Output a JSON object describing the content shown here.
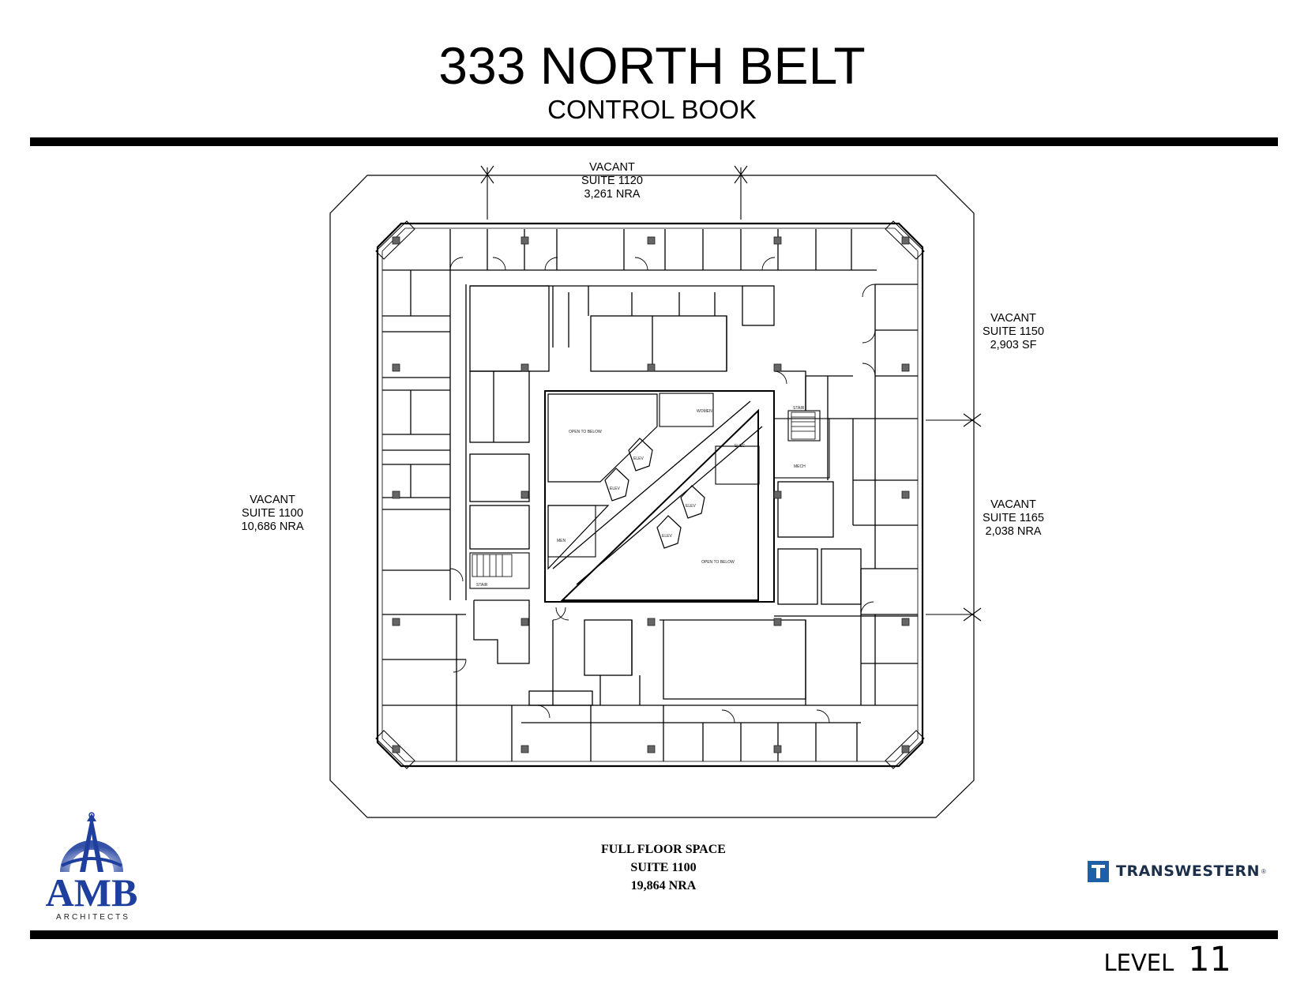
{
  "header": {
    "title": "333 NORTH BELT",
    "subtitle": "CONTROL BOOK"
  },
  "suites": {
    "north": {
      "status": "VACANT",
      "suite": "SUITE 1120",
      "area": "3,261 NRA"
    },
    "west": {
      "status": "VACANT",
      "suite": "SUITE 1100",
      "area": "10,686 NRA"
    },
    "east_upper": {
      "status": "VACANT",
      "suite": "SUITE 1150",
      "area": "2,903 SF"
    },
    "east_lower": {
      "status": "VACANT",
      "suite": "SUITE 1165",
      "area": "2,038 NRA"
    }
  },
  "full_floor": {
    "line1": "FULL FLOOR SPACE",
    "line2": "SUITE 1100",
    "line3": "19,864 NRA"
  },
  "plan_labels": {
    "open_to_below_1": "OPEN TO BELOW",
    "open_to_below_2": "OPEN TO BELOW",
    "women": "WOMEN",
    "men": "MEN",
    "elec": "ELEC",
    "mech": "MECH",
    "elev_1": "ELEV",
    "elev_2": "ELEV",
    "elev_3": "ELEV",
    "elev_4": "ELEV",
    "stair_1": "STAIR",
    "stair_2": "STAIR"
  },
  "logos": {
    "amb_name": "AMB",
    "amb_sub": "ARCHITECTS",
    "transwestern": "TRANSWESTERN",
    "transwestern_reg": "®"
  },
  "footer": {
    "level_label": "LEVEL",
    "level_number": "11"
  },
  "colors": {
    "amb_blue": "#1f3f9e",
    "transwestern_blue": "#1f5fa8",
    "transwestern_text": "#1c2f4a"
  }
}
